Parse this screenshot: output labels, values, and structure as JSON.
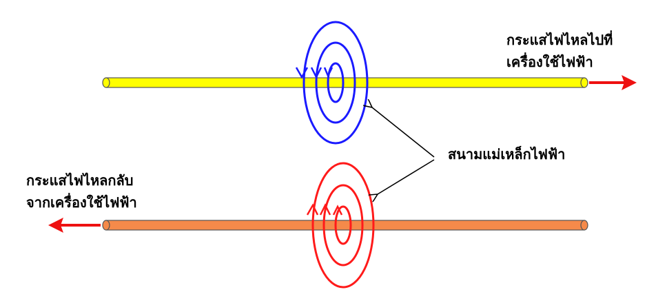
{
  "labels": {
    "current_out_line1": "กระแสไฟไหลไปที่",
    "current_out_line2": "เครื่องใช้ไฟฟ้า",
    "current_return_line1": "กระแสไฟไหลกลับ",
    "current_return_line2": "จากเครื่องใช้ไฟฟ้า",
    "magnetic_field": "สนามแม่เหล็กไฟฟ้า"
  },
  "colors": {
    "top_wire": "#ffff00",
    "bottom_wire": "#f58a4a",
    "top_field": "#1a1aff",
    "bottom_field": "#ff1a1a",
    "current_arrow": "#ee1111",
    "pointer": "#000000"
  }
}
